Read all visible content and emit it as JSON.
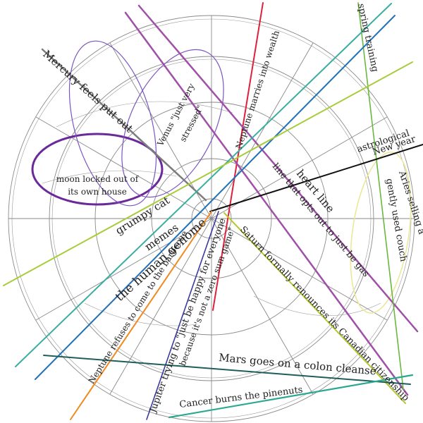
{
  "labels": {
    "mercury": "Mercury feels put out",
    "venus_1": "Venus \"just very",
    "venus_2": "stressed\"",
    "moon_1": "moon locked out of",
    "moon_2": "its own house",
    "neptune_wealth": "Neptune marries into wealth",
    "spring_training": "spring training",
    "new_year_1": "astrological",
    "new_year_2": "New year",
    "aries_1": "Aries selling a",
    "aries_2": "gently used couch",
    "heart_line": "heart line",
    "opt_out": "line that opts out to just be gas",
    "grumpy_cat": "grumpy cat",
    "memes": "memes",
    "genome": "the human genome",
    "saturn": "Saturn formally renounces its Canadian citizenship",
    "barbecue": "Neptune refuses to come to the barbecue",
    "jupiter_1": "Jupiter trying to \"just be happy for everyone",
    "jupiter_2": "because it's not a zero sum game\"",
    "mars": "Mars goes on a colon cleanse",
    "cancer": "Cancer burns the pinenuts"
  },
  "colors": {
    "grey": "#7d7d7d",
    "purple": "#6a2a9a",
    "violet": "#7b55c0",
    "magenta": "#a050a8",
    "red": "#e0203a",
    "blue": "#2270b8",
    "teal": "#3aaea0",
    "lime": "#a8cc3a",
    "green": "#6ab840",
    "black": "#111111",
    "yellow": "#ece89a",
    "orange": "#f08a20",
    "navy": "#3a3aa0",
    "olive": "#b8c830",
    "dark_teal": "#1e5e5a",
    "sea_green": "#2aa890"
  }
}
